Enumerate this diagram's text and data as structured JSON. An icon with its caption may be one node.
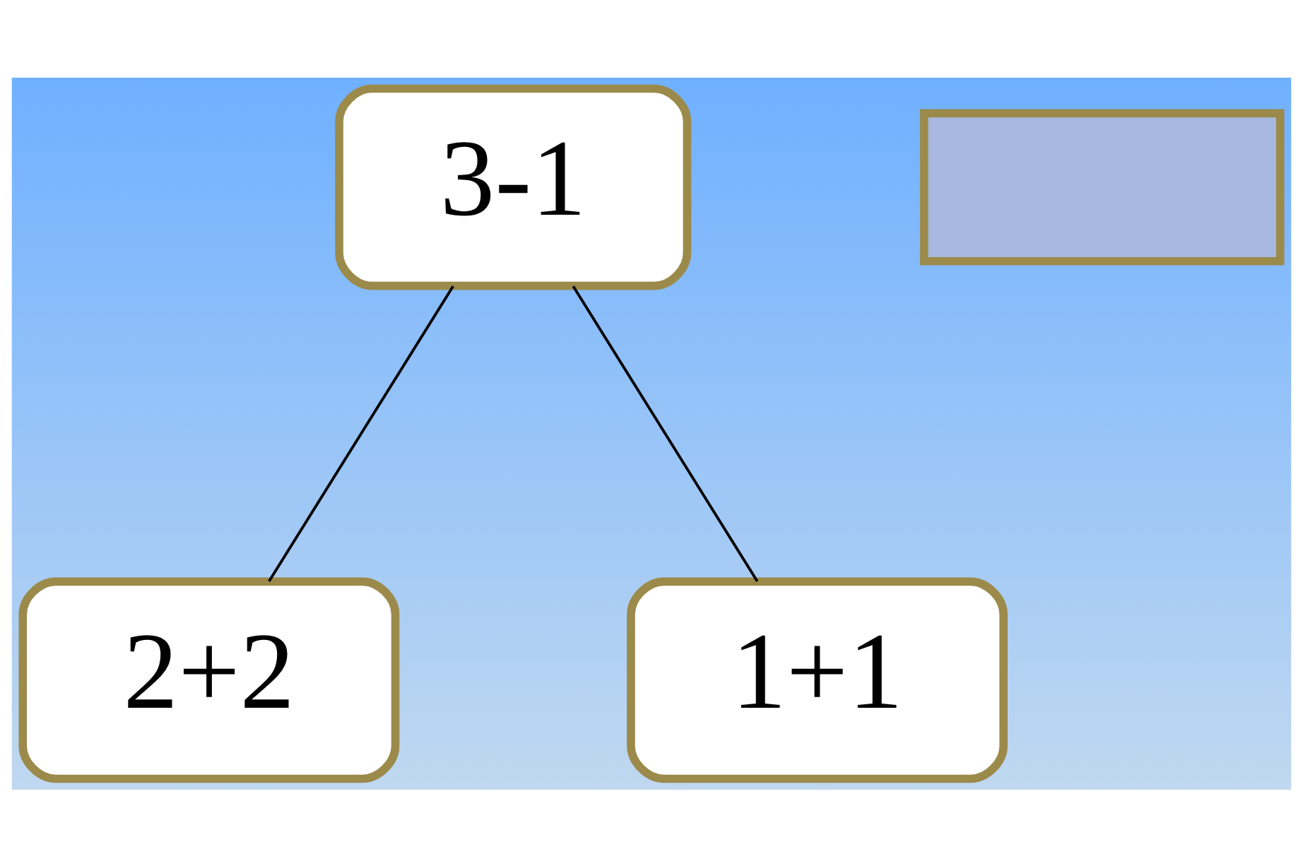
{
  "diagram": {
    "nodes": [
      {
        "text": [
          "3-1"
        ]
      },
      {
        "text": [],
        "shape": "box"
      },
      {
        "text": [
          "2+2"
        ]
      },
      {
        "text": [
          "1+1"
        ]
      }
    ],
    "edges": [
      {
        "from": 0,
        "to": 2,
        "arrow": "none"
      },
      {
        "from": 0,
        "to": 3,
        "arrow": "none"
      }
    ]
  }
}
